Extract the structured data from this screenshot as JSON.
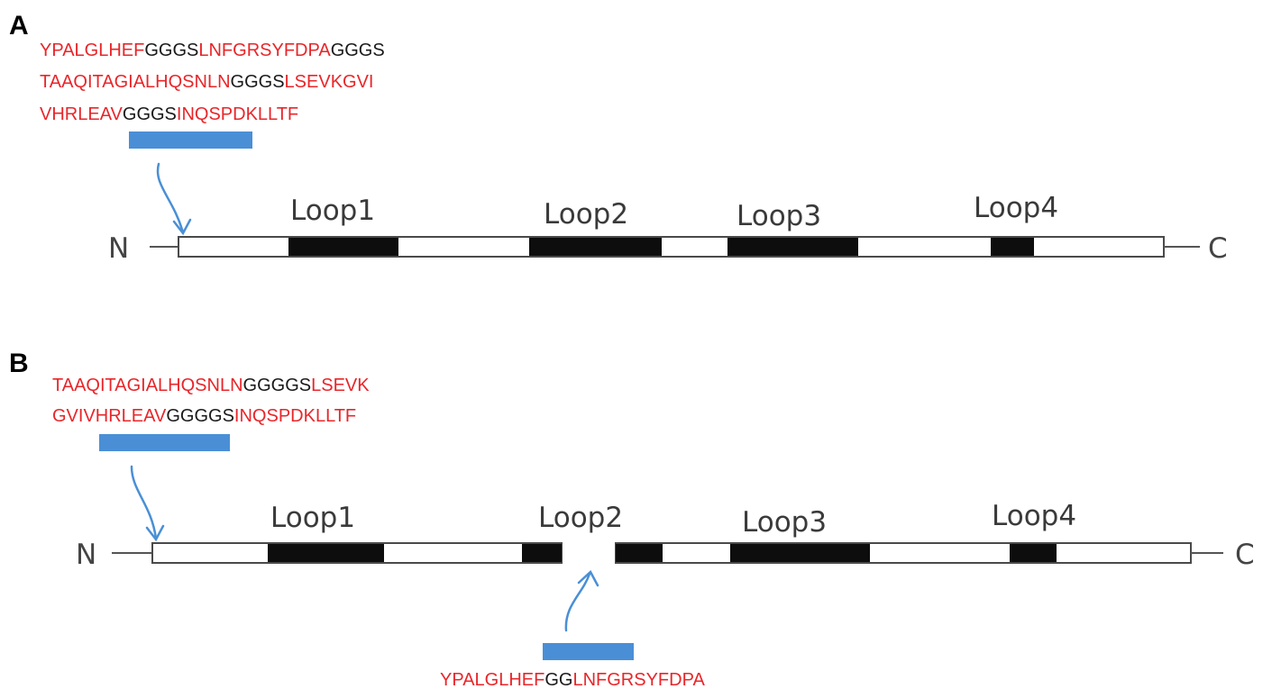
{
  "panels": [
    {
      "label": "A",
      "insert_sequence": [
        [
          [
            "r",
            "YPALGLHEF"
          ],
          [
            "k",
            "GGGS"
          ],
          [
            "r",
            "LNFGRSYFDPA"
          ],
          [
            "k",
            "GGGS"
          ]
        ],
        [
          [
            "r",
            "TAAQITAGIALHQSNLN"
          ],
          [
            "k",
            "GGGS"
          ],
          [
            "r",
            "LSEVKGVI"
          ]
        ],
        [
          [
            "r",
            "VHRLEAV"
          ],
          [
            "k",
            "GGGS"
          ],
          [
            "r",
            "INQSPDKLLTF"
          ]
        ]
      ],
      "n_terminus": "N",
      "c_terminus": "C",
      "loops": [
        "Loop1",
        "Loop2",
        "Loop3",
        "Loop4"
      ]
    },
    {
      "label": "B",
      "insert_sequence": [
        [
          [
            "r",
            "TAAQITAGIALHQSNLN"
          ],
          [
            "k",
            "GGGGS"
          ],
          [
            "r",
            "LSEVK"
          ]
        ],
        [
          [
            "r",
            "GVIVHRLEAV"
          ],
          [
            "k",
            "GGGGS"
          ],
          [
            "r",
            "INQSPDKLLTF"
          ]
        ]
      ],
      "loop2_insert_sequence": [
        [
          [
            "r",
            "YPALGLHEF"
          ],
          [
            "k",
            "GG"
          ],
          [
            "r",
            "LNFGRSYFDPA"
          ]
        ]
      ],
      "n_terminus": "N",
      "c_terminus": "C",
      "loops": [
        "Loop1",
        "Loop2",
        "Loop3",
        "Loop4"
      ]
    }
  ],
  "colors": {
    "insert_text": "#e8262a",
    "linker_text": "#1a1a1a",
    "insert_bar": "#4a8fd6",
    "loop_block": "#0d0d0d"
  }
}
